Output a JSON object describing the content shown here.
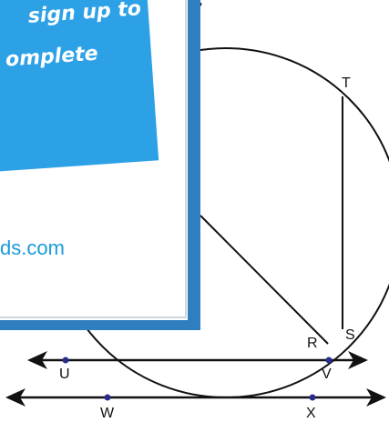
{
  "geometry": {
    "labels": {
      "T": "T",
      "S": "S",
      "R": "R",
      "U": "U",
      "V": "V",
      "W": "W",
      "X": "X",
      "top_fragment": "'"
    }
  },
  "promo": {
    "line1": "sign up to",
    "line2": "omplete",
    "link_fragment": "ds.com"
  }
}
